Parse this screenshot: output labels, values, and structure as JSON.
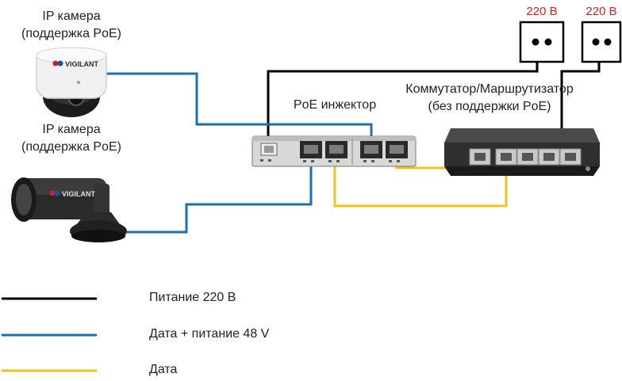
{
  "labels": {
    "camera1_line1": "IP камера",
    "camera1_line2": "(поддержка PoE)",
    "camera2_line1": "IP камера",
    "camera2_line2": "(поддержка PoE)",
    "injector": "PoE инжектор",
    "switch_line1": "Коммутатор/Маршрутизатор",
    "switch_line2": "(без поддержки PoE)",
    "outlet1": "220 В",
    "outlet2": "220 В",
    "camera_brand": "VIGILANT"
  },
  "legend": [
    {
      "label": "Питание 220 В",
      "color": "#000000"
    },
    {
      "label": "Дата + питание 48 V",
      "color": "#1a6fb5"
    },
    {
      "label": "Дата",
      "color": "#f5c018"
    }
  ],
  "colors": {
    "power": "#000000",
    "data_power": "#1a6fb5",
    "data": "#f5c018",
    "outlet_label": "#d42020"
  }
}
